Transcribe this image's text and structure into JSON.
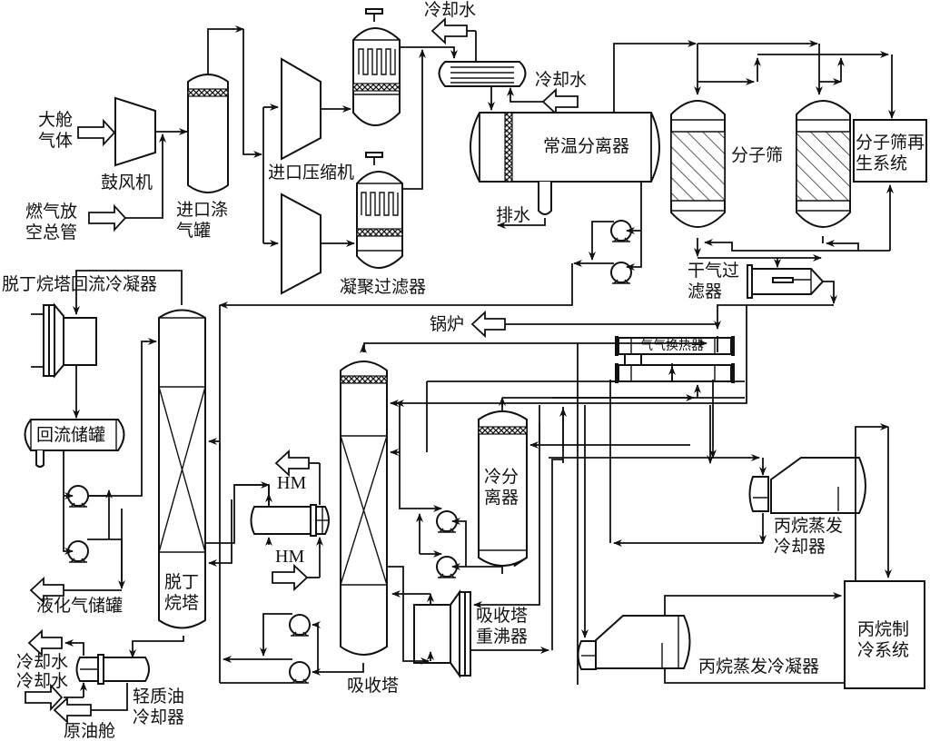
{
  "title": "货油舱挥发气回收处理工艺流程图",
  "labels": {
    "cargo_tank_gas": "大舱\n气体",
    "fuel_vent_header": "燃气放\n空总管",
    "blower": "鼓风机",
    "inlet_scrubber": "进口涤\n气罐",
    "inlet_compressor": "进口压缩机",
    "coalescing_filter": "凝聚过滤器",
    "cooling_water_out_top": "冷却水",
    "cooling_water_in_top": "冷却水",
    "ambient_separator": "常温分离器",
    "drain": "排水",
    "molecular_sieve": "分子筛",
    "sieve_regen_system": "分子筛再\n生系统",
    "dry_gas_filter": "干气过\n滤器",
    "boiler": "锅炉",
    "gas_gas_exchanger": "气气换热器",
    "debutanizer_reflux_condenser": "脱丁烷塔回流冷凝器",
    "reflux_drum": "回流储罐",
    "lpg_tank": "液化气储罐",
    "debutanizer": "脱丁\n烷塔",
    "hm_out": "HM",
    "hm_in": "HM",
    "absorber": "吸收塔",
    "cold_separator": "冷分\n离器",
    "absorber_reboiler": "吸收塔\n重沸器",
    "propane_evap_chiller": "丙烷蒸发\n冷却器",
    "propane_refrig_system": "丙烷制\n冷系统",
    "propane_evap_condenser": "丙烷蒸发冷凝器",
    "cooling_water_out_bottom": "冷却水",
    "cooling_water_in_bottom": "冷却水",
    "light_oil_cooler": "轻质油\n冷却器",
    "crude_tank": "原油舱"
  },
  "colors": {
    "line": "#111111",
    "background": "#ffffff"
  }
}
